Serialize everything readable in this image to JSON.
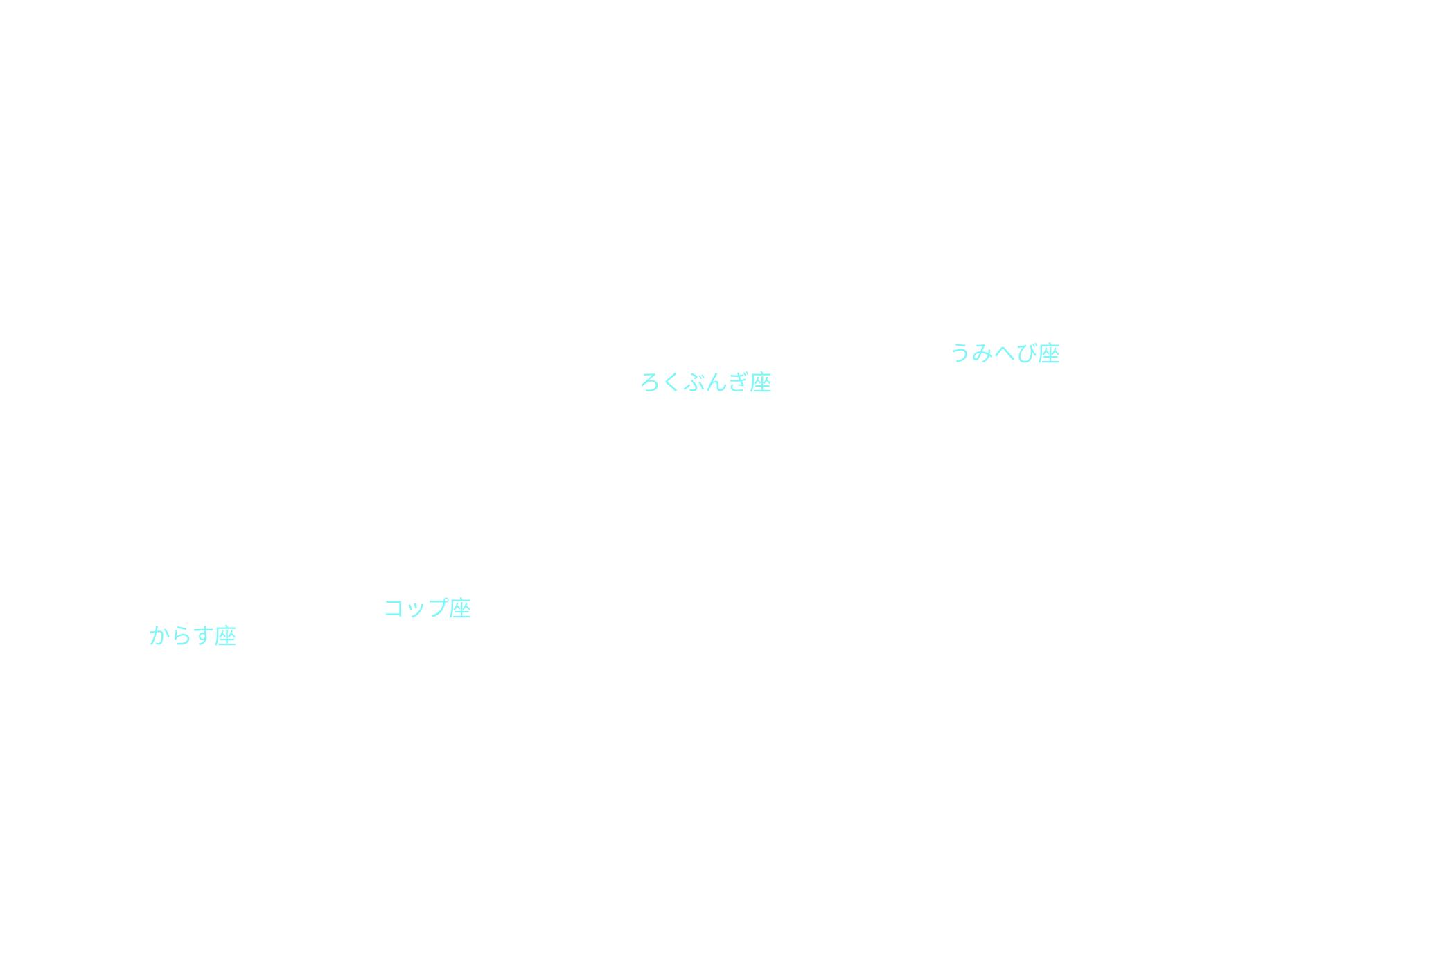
{
  "colors": {
    "background": "#ffffff",
    "label": "#7ff7f7"
  },
  "constellations": [
    {
      "label": "うみへび座"
    },
    {
      "label": "ろくぶんぎ座"
    },
    {
      "label": "コップ座"
    },
    {
      "label": "からす座"
    }
  ]
}
